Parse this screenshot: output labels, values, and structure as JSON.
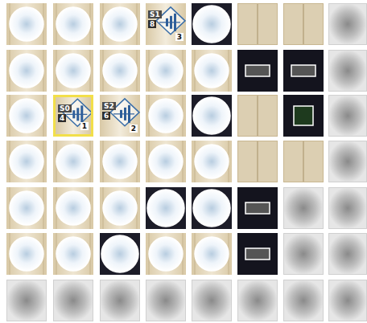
{
  "diagram": {
    "nodes": [
      {
        "text": [
          "S1",
          "8",
          "3"
        ]
      },
      {
        "text": [
          "S0",
          "4",
          "1"
        ]
      },
      {
        "text": [
          "S2",
          "6",
          "2"
        ]
      }
    ]
  }
}
